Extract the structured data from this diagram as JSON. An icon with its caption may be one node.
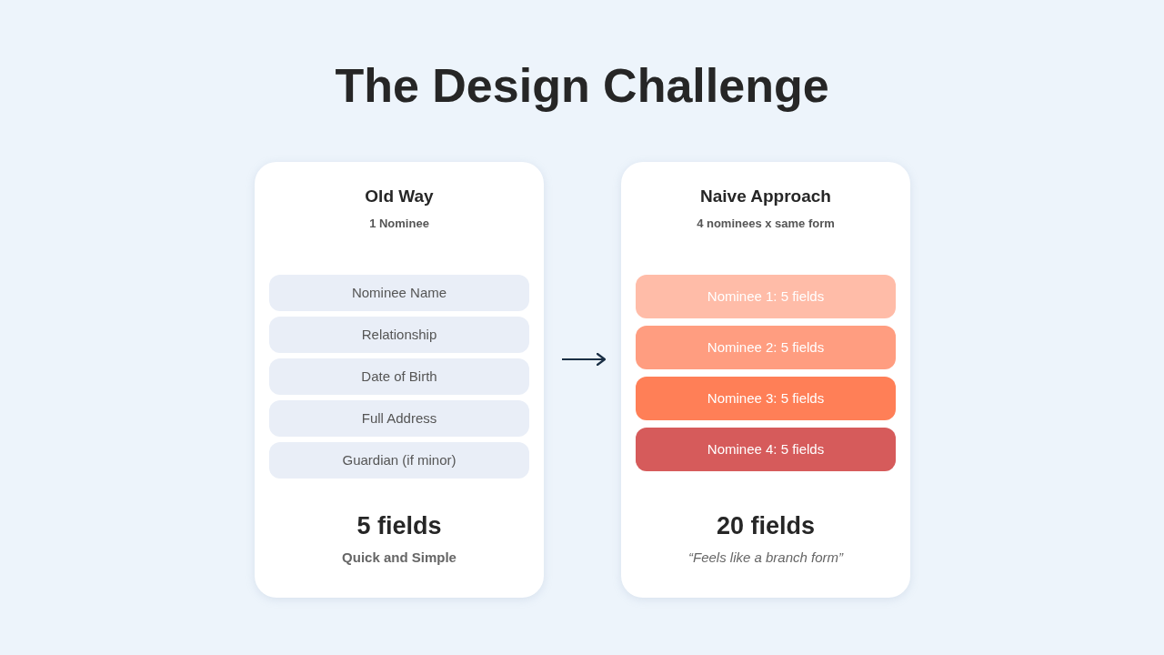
{
  "diagram": {
    "title": "The Design Challenge",
    "nodes": [
      {
        "text": [
          "Old Way",
          "1 Nominee",
          "5 fields",
          "Quick and Simple"
        ]
      },
      {
        "text": [
          "Nominee Name"
        ],
        "in": 0
      },
      {
        "text": [
          "Relationship"
        ],
        "in": 0
      },
      {
        "text": [
          "Date of Birth"
        ],
        "in": 0
      },
      {
        "text": [
          "Full Address"
        ],
        "in": 0
      },
      {
        "text": [
          "Guardian (if minor)"
        ],
        "in": 0
      },
      {
        "text": [
          "Naive Approach",
          "4 nominees x same form",
          "20 fields",
          "“Feels like a branch form”"
        ]
      },
      {
        "text": [
          "Nominee 1: 5 fields"
        ],
        "in": 6
      },
      {
        "text": [
          "Nominee 2: 5 fields"
        ],
        "in": 6
      },
      {
        "text": [
          "Nominee 3: 5 fields"
        ],
        "in": 6
      },
      {
        "text": [
          "Nominee 4: 5 fields"
        ],
        "in": 6
      }
    ],
    "edges": [
      {
        "from": 0,
        "to": 6,
        "arrow": "to"
      }
    ]
  }
}
